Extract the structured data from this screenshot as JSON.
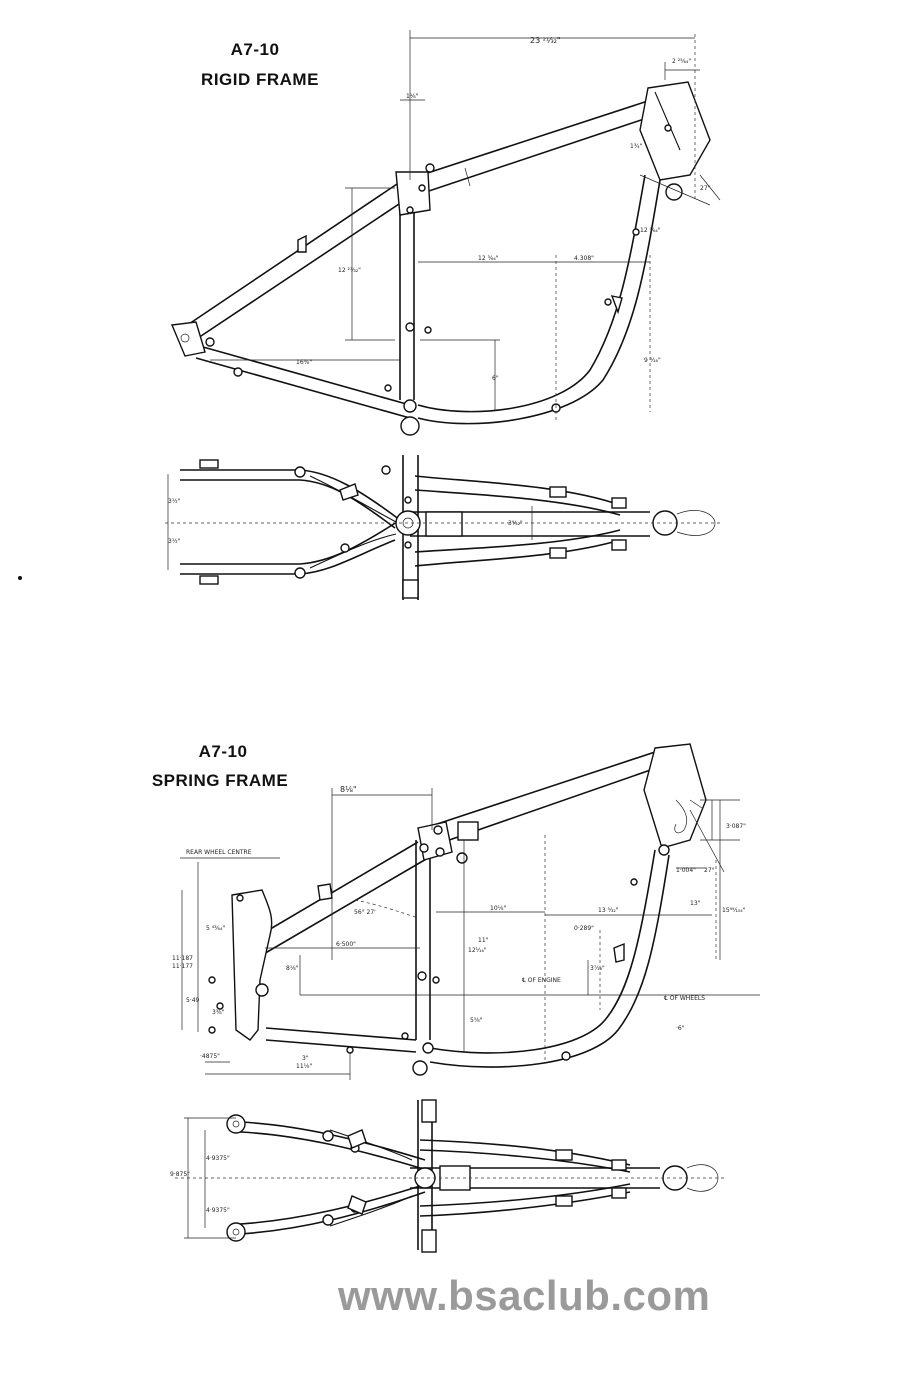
{
  "rigid": {
    "model": "A7-10",
    "name": "RIGID FRAME",
    "dims": {
      "top_length": "23 ²¹⁄₃₂\"",
      "head_offset": "2 ²⁵⁄₆₄\"",
      "seat_lug": "1¹⁄₈\"",
      "head_lug": "1³⁄₄\"",
      "head_angle": "27\"",
      "head_height": "12 ⁵⁄₆₄\"",
      "seat_vertical": "12 ²³⁄₃₂\"",
      "mid_horizontal": "12 ³⁄₆₄\"",
      "front_horizontal": "4.308\"",
      "rear_horizontal": "16³⁄₈\"",
      "rear_vertical": "6\"",
      "front_vertical": "9 ⁵⁄₁₆\"",
      "plan_width_upper": "3½\"",
      "plan_width_lower": "3½\"",
      "plan_tube": "3⁹⁄₃₂\""
    }
  },
  "spring": {
    "model": "A7-10",
    "name": "SPRING FRAME",
    "dims": {
      "top_offset": "8⅛\"",
      "rear_wheel_centre": "REAR WHEEL CENTRE",
      "rear_small": "5 ⁴³⁄₆₄\"",
      "rear_height_a": "11·187",
      "rear_height_b": "11·177",
      "rear_low": "5·49",
      "rear_small_b": "3³⁄₈\"",
      "rear_offset": "·4875\"",
      "bottom_length": "11⅛\"",
      "bottom_small": "3\"",
      "mid_a": "6·500\"",
      "mid_b": "8⅛\"",
      "seat_angle": "56° 27'",
      "seat_height": "12¹⁄₁₆\"",
      "seat_height_label": "11\"",
      "seat_low": "5⅝\"",
      "top_horizontal": "10⅛\"",
      "front_a": "13 ⁵⁄₃₂\"",
      "front_b": "0·289\"",
      "front_c": "3⁷⁄₁₆\"",
      "engine": "℄ OF ENGINE",
      "wheels": "℄ OF WHEELS",
      "head_a": "3·087\"",
      "head_b": "1·004\"",
      "head_angle": "27°",
      "head_height": "15⁹⁹⁄₁₀₄\"",
      "head_label": "13\"",
      "front_low": "·6\"",
      "plan_total": "9·875\"",
      "plan_upper": "4·9375\"",
      "plan_lower": "4·9375\""
    }
  },
  "watermark": "www.bsaclub.com"
}
